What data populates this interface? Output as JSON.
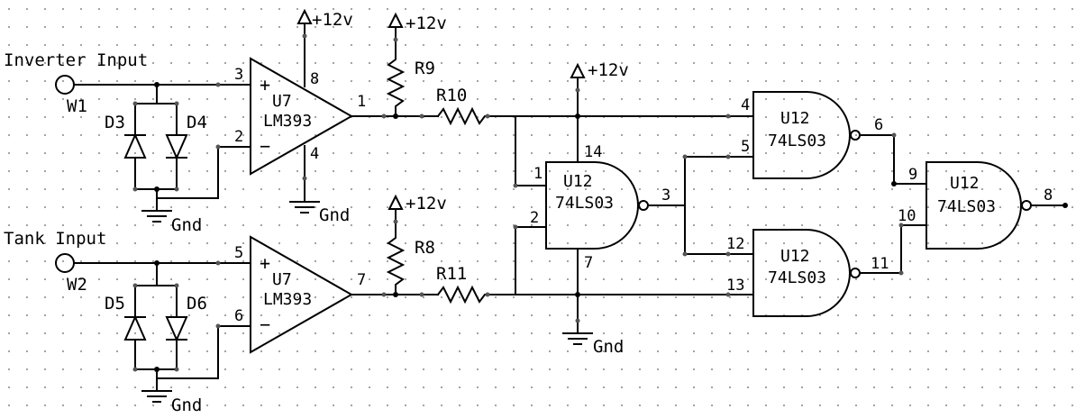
{
  "inputs": {
    "inverter_label": "Inverter Input",
    "inverter_terminal": "W1",
    "tank_label": "Tank Input",
    "tank_terminal": "W2"
  },
  "supply": {
    "vcc": "+12v",
    "gnd": "Gnd"
  },
  "diodes": [
    "D3",
    "D4",
    "D5",
    "D6"
  ],
  "resistors": [
    "R8",
    "R9",
    "R10",
    "R11"
  ],
  "comparators": [
    {
      "ref": "U7",
      "part": "LM393",
      "in_plus_pin": "3",
      "in_minus_pin": "2",
      "out_pin": "1",
      "vcc_pin": "8",
      "gnd_pin": "4",
      "plus_sign": "+",
      "minus_sign": "−"
    },
    {
      "ref": "U7",
      "part": "LM393",
      "in_plus_pin": "5",
      "in_minus_pin": "6",
      "out_pin": "7",
      "plus_sign": "+",
      "minus_sign": "−"
    }
  ],
  "gates": [
    {
      "ref": "U12",
      "part": "74LS03",
      "in_a": "1",
      "in_b": "2",
      "out": "3",
      "vcc_pin": "14",
      "gnd_pin": "7"
    },
    {
      "ref": "U12",
      "part": "74LS03",
      "in_a": "4",
      "in_b": "5",
      "out": "6"
    },
    {
      "ref": "U12",
      "part": "74LS03",
      "in_a": "12",
      "in_b": "13",
      "out": "11"
    },
    {
      "ref": "U12",
      "part": "74LS03",
      "in_a": "9",
      "in_b": "10",
      "out": "8"
    }
  ]
}
